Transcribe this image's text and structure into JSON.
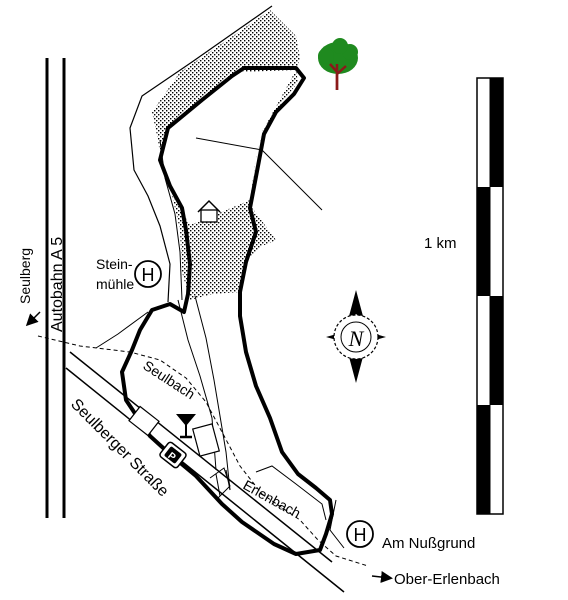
{
  "map": {
    "labels": {
      "autobahn": "Autobahn A 5",
      "seulberg": "Seulberg",
      "steinmuehle_line1": "Stein-",
      "steinmuehle_line2": "mühle",
      "seulbach": "Seulbach",
      "seulberger_strasse": "Seulberger Straße",
      "erlenbach": "Erlenbach",
      "am_nussgrund": "Am Nußgrund",
      "ober_erlenbach": "Ober-Erlenbach",
      "scale": "1 km",
      "compass": "N",
      "bus_stop": "H",
      "parking": "P"
    },
    "icons": {
      "tree": "tree-icon",
      "hut": "hut-icon",
      "restaurant": "wine-glass-icon",
      "parking": "parking-icon",
      "bus_stop": "bus-stop-icon",
      "compass": "compass-rose-icon"
    },
    "colors": {
      "ink": "#000000",
      "paper": "#ffffff",
      "tree_foliage": "#1f8a1f",
      "tree_trunk": "#8b1a1a"
    }
  }
}
